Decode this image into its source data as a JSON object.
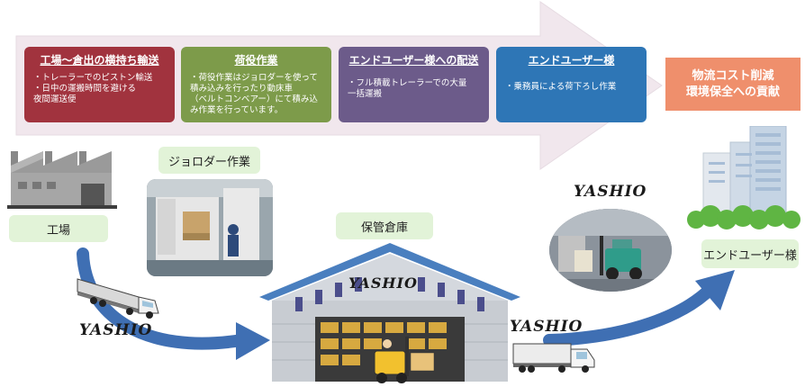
{
  "stages": [
    {
      "title": "工場～倉出の横持ち輸送",
      "text": "・トレーラーでのピストン輸送\n・日中の運搬時間を避ける\n夜間運送便",
      "color": "#a1333e"
    },
    {
      "title": "荷役作業",
      "text": "・荷役作業はジョロダーを使って\n積み込みを行ったり動床車\n（ベルトコンベアー）にて積み込\nみ作業を行っています。",
      "color": "#7d9b4a"
    },
    {
      "title": "エンドユーザー様への配送",
      "text": "・フル積載トレーラーでの大量\n一括運搬",
      "color": "#6c5b8a"
    },
    {
      "title": "エンドユーザー様",
      "text": "・乗務員による荷下ろし作業",
      "color": "#2e76b6"
    }
  ],
  "goal_text": "物流コスト削減\n環境保全への貢献",
  "labels": {
    "factory": "工場",
    "jorodar": "ジョロダー作業",
    "warehouse": "保管倉庫",
    "end_user": "エンドユーザー様"
  },
  "brand": "YASHIO",
  "colors": {
    "arrow": "#f1e7ed",
    "flow_arrow": "#3f6fb3",
    "goal_box": "#ef8f6c",
    "label_bg": "#e2f3d8"
  }
}
